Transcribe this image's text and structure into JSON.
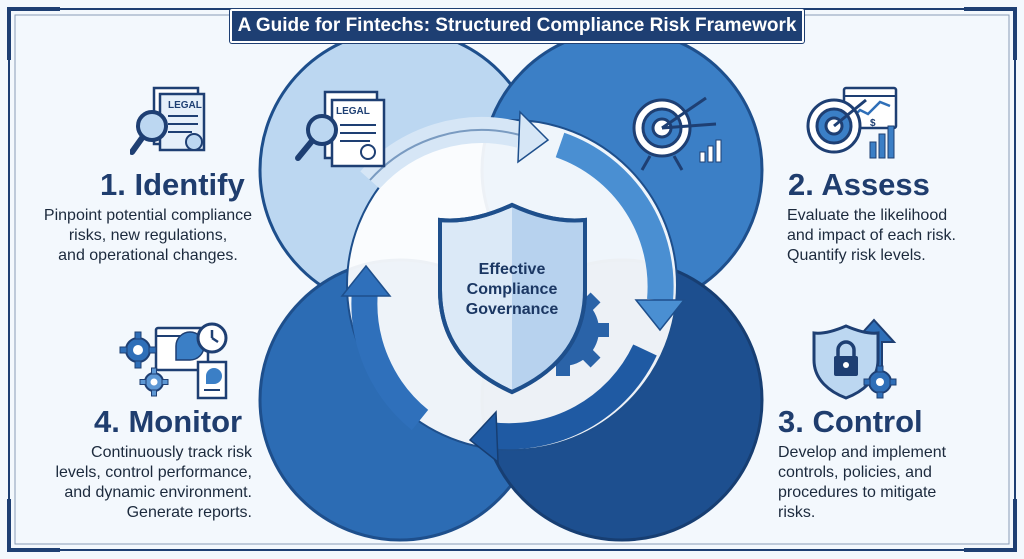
{
  "title": "A Guide for Fintechs: Structured Compliance Risk Framework",
  "center": {
    "lines": [
      "Effective",
      "Compliance",
      "Governance"
    ]
  },
  "steps": [
    {
      "title": "1. Identify",
      "desc": [
        "Pinpoint potential compliance",
        "risks, new regulations,",
        "and operational changes."
      ],
      "icon": "legal-document-magnifier-icon",
      "icon_text": "LEGAL"
    },
    {
      "title": "2. Assess",
      "desc": [
        "Evaluate the likelihood",
        "and impact of each risk.",
        "Quantify risk levels."
      ],
      "icon": "target-chart-icon",
      "icon_text": "$"
    },
    {
      "title": "3. Control",
      "desc": [
        "Develop and implement",
        "controls, policies, and",
        "procedures to mitigate",
        "risks."
      ],
      "icon": "shield-lock-gear-icon"
    },
    {
      "title": "4. Monitor",
      "desc": [
        "Continuously track risk",
        "levels, control performance,",
        "and dynamic environment.",
        "Generate reports."
      ],
      "icon": "gears-dashboard-clock-icon"
    }
  ],
  "colors": {
    "navy": "#1e3f73",
    "light_blue": "#bcd7f1",
    "mid_blue": "#2f6fb8",
    "deep_blue": "#1d4f8f",
    "text_dark": "#1c2a3d"
  }
}
